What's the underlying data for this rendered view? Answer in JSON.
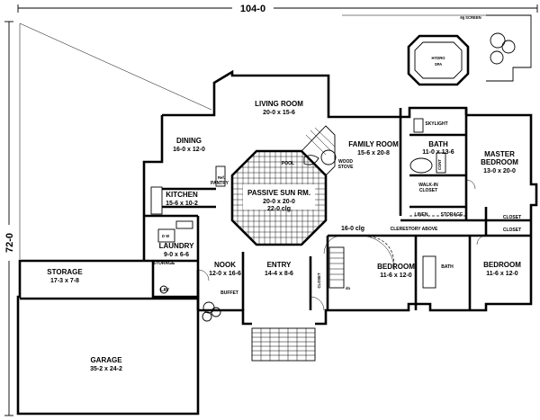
{
  "overall": {
    "width_label": "104-0",
    "depth_label": "72-0"
  },
  "rooms": {
    "living": {
      "name": "LIVING ROOM",
      "dim": "20-0 x 15-6"
    },
    "dining": {
      "name": "DINING",
      "dim": "16-0 x 12-0"
    },
    "family": {
      "name": "FAMILY ROOM",
      "dim": "15-6 x 20-8"
    },
    "sunroom": {
      "name": "PASSIVE SUN RM.",
      "dim": "20-0 x 20-0",
      "ceiling": "22-0 clg"
    },
    "kitchen": {
      "name": "KITCHEN",
      "dim": "15-6 x 10-2"
    },
    "laundry": {
      "name": "LAUNDRY",
      "dim": "9-0 x 6-6"
    },
    "nook": {
      "name": "NOOK",
      "dim": "12-0 x 16-6"
    },
    "entry": {
      "name": "ENTRY",
      "dim": "14-4 x 8-6"
    },
    "storage": {
      "name": "STORAGE",
      "dim": "17-3 x 7-8"
    },
    "garage": {
      "name": "GARAGE",
      "dim": "35-2 x 24-2"
    },
    "bed2": {
      "name": "BEDROOM",
      "dim": "11-6 x 12-0"
    },
    "bed3": {
      "name": "BEDROOM",
      "dim": "11-6 x 12-0"
    },
    "master": {
      "name": "MASTER",
      "name2": "BEDROOM",
      "dim": "13-0 x 20-0"
    },
    "mbath": {
      "name": "BATH",
      "dim": "11-0 x 13-6"
    },
    "hydro": {
      "name": "HYDRO",
      "name2": "SPA"
    }
  },
  "notes": {
    "screen": "6§ SCREEN",
    "skylight": "SKYLIGHT",
    "pool": "POOL",
    "wood_stove": "WOOD",
    "wood_stove2": "STOVE",
    "pantry": "PANTRY",
    "walkin": "WALK-IN",
    "walkin2": "CLOSET",
    "linen": "LINEN",
    "storage_small": "STORAGE",
    "closet": "CLOSET",
    "closet2": "CLOSET",
    "clg16": "16-0 clg",
    "clerestory": "CLERESTORY ABOVE",
    "buffet": "BUFFET",
    "lav": "LAV",
    "storage_laundry": "STORAGE",
    "bath2": "BATH",
    "cont": "CONT",
    "closet_entry": "CLOSET",
    "dw": "D  W",
    "dn": "dn",
    "ref": "Ref."
  }
}
